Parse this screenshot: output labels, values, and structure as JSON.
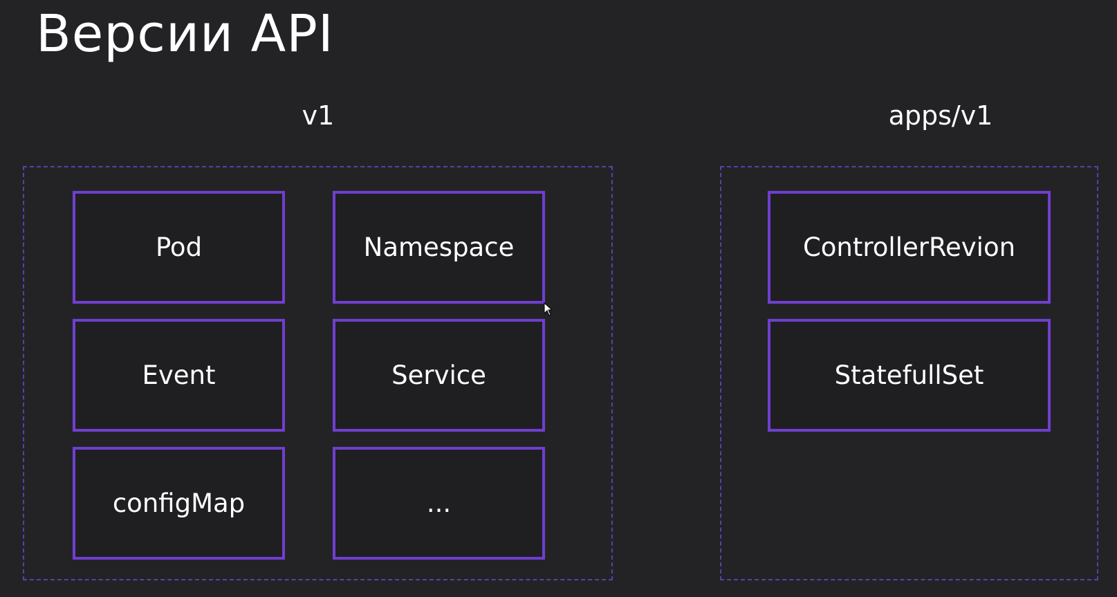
{
  "title": "Версии API",
  "groups": [
    {
      "label": "v1",
      "items": [
        "Pod",
        "Namespace",
        "Event",
        "Service",
        "configMap",
        "..."
      ]
    },
    {
      "label": "apps/v1",
      "items": [
        "ControllerRevion",
        "StatefullSet"
      ]
    }
  ],
  "colors": {
    "background": "#232326",
    "box_border": "#6f3fd0",
    "group_border": "#5b3fa8",
    "text": "#ffffff"
  }
}
